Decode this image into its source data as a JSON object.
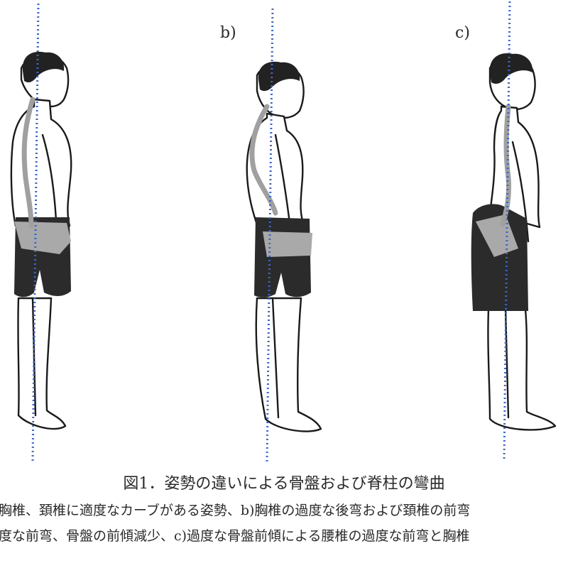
{
  "panels": {
    "b_label": "b)",
    "c_label": "c)"
  },
  "caption": {
    "title": "図1．姿勢の違いによる骨盤および脊柱の彎曲",
    "line1": "胸椎、頚椎に適度なカーブがある姿勢、b)胸椎の過度な後弯および頚椎の前弯",
    "line2": "度な前弯、骨盤の前傾減少、c)過度な骨盤前傾による腰椎の過度な前弯と胸椎"
  },
  "colors": {
    "outline": "#1a1a1a",
    "hair": "#222222",
    "shorts": "#2b2b2b",
    "pelvis": "#a9a9a9",
    "spine": "#a0a0a0",
    "plumb_line": "#3a66c9"
  }
}
